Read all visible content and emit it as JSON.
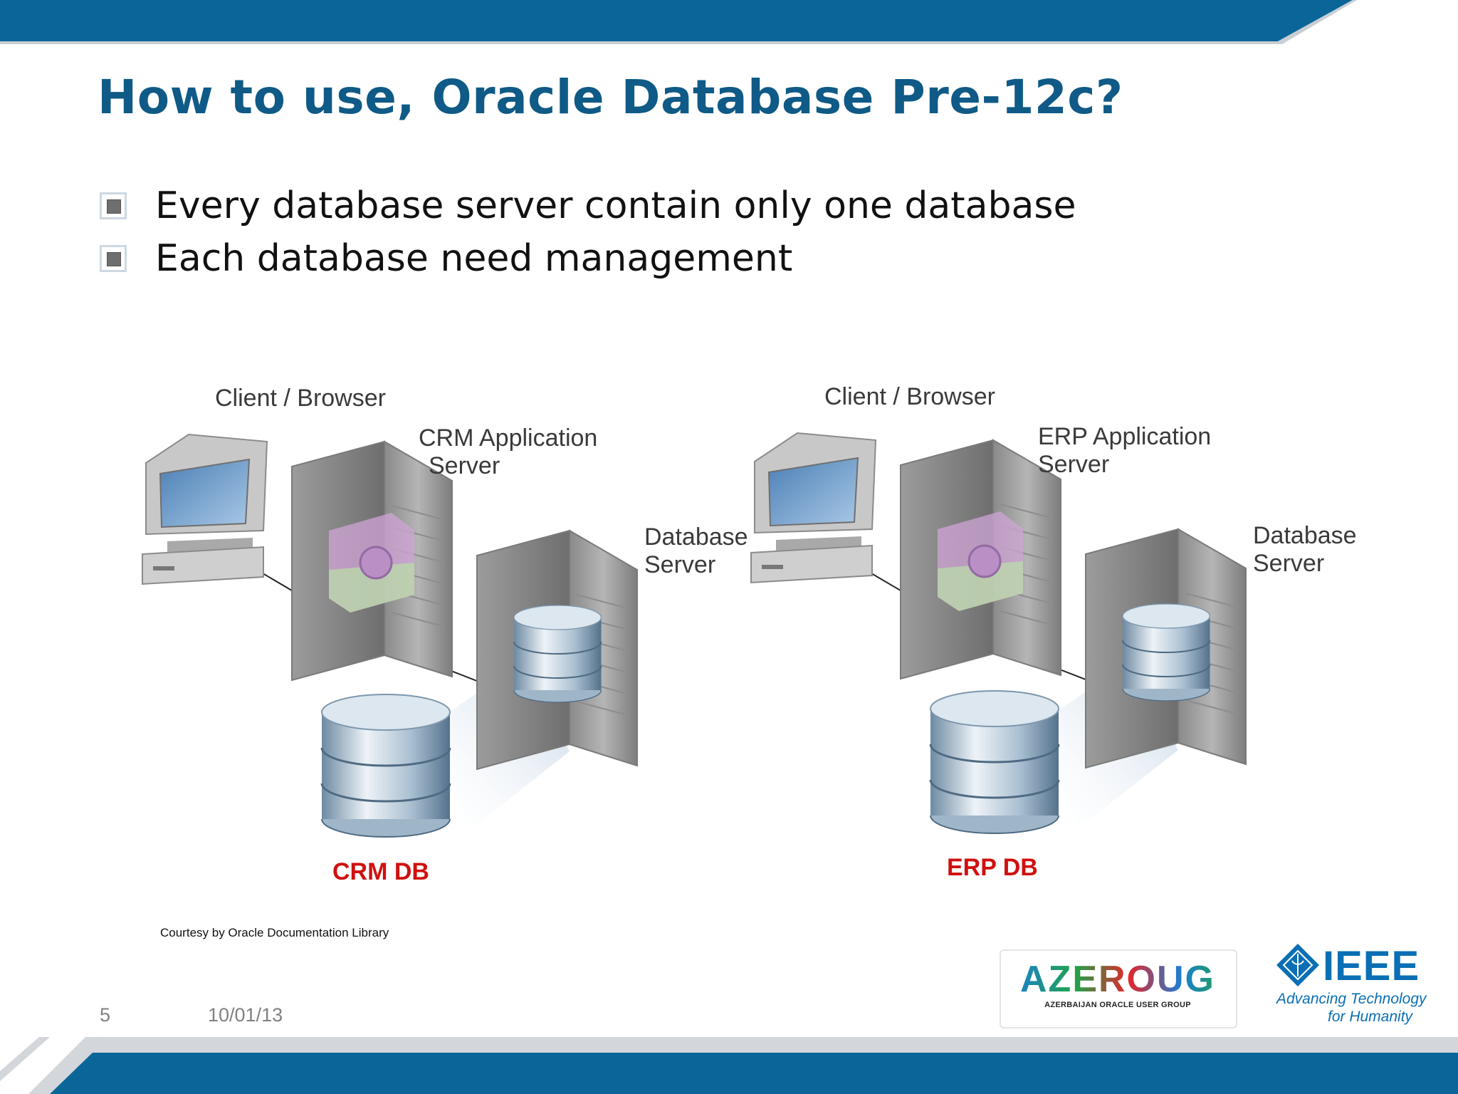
{
  "slide": {
    "title": "How to use, Oracle Database Pre-12c?",
    "bullets": [
      "Every database server contain only one database",
      "Each database need management"
    ],
    "courtesy": "Courtesy by Oracle Documentation Library",
    "slide_number": "5",
    "date": "10/01/13"
  },
  "diagram": {
    "left": {
      "client_label": "Client / Browser",
      "app_label_line1": "CRM  Application",
      "app_label_line2": "Server",
      "db_server_line1": "Database",
      "db_server_line2": "Server",
      "db_name": "CRM DB"
    },
    "right": {
      "client_label": "Client / Browser",
      "app_label_line1": "ERP Application",
      "app_label_line2": "Server",
      "db_server_line1": "Database",
      "db_server_line2": "Server",
      "db_name": "ERP DB"
    }
  },
  "logos": {
    "azeroug": "AZEROUG",
    "azeroug_sub": "AZERBAIJAN ORACLE USER GROUP",
    "ieee": "IEEE",
    "ieee_tagline_1": "Advancing Technology",
    "ieee_tagline_2": "for Humanity"
  },
  "colors": {
    "brand_blue": "#0f5a86",
    "bar_blue": "#0a6699",
    "db_name_red": "#d01010"
  }
}
